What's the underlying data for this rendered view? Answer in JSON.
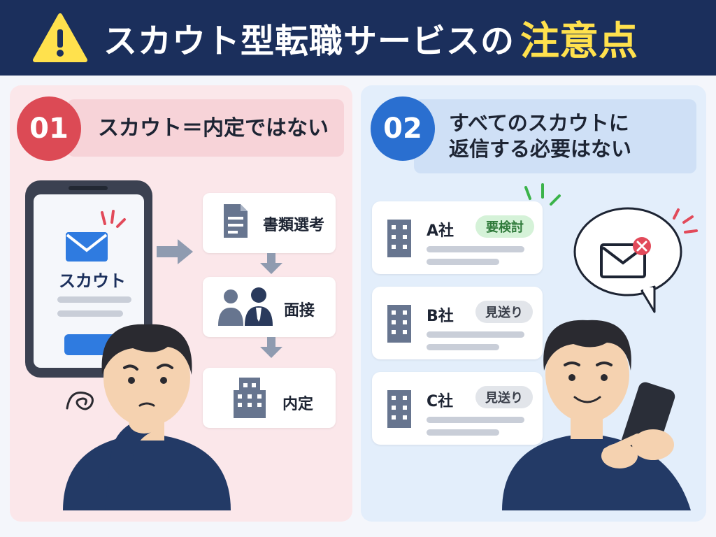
{
  "header": {
    "title_main": "スカウト型転職サービスの",
    "title_accent": "注意点",
    "warning_icon": "warning-triangle-icon",
    "colors": {
      "background": "#1b2f5c",
      "accent": "#ffe14d"
    }
  },
  "left": {
    "number": "01",
    "heading": "スカウト＝内定ではない",
    "phone_label": "スカウト",
    "steps": [
      {
        "label": "書類選考",
        "icon": "document-icon"
      },
      {
        "label": "面接",
        "icon": "interview-people-icon"
      },
      {
        "label": "内定",
        "icon": "building-icon"
      }
    ],
    "colors": {
      "panel": "#fbe7ea",
      "number": "#dc4a55"
    }
  },
  "right": {
    "number": "02",
    "heading_line1": "すべてのスカウトに",
    "heading_line2": "返信する必要はない",
    "companies": [
      {
        "name": "A社",
        "status": "要検討"
      },
      {
        "name": "B社",
        "status": "見送り"
      },
      {
        "name": "C社",
        "status": "見送り"
      }
    ],
    "colors": {
      "panel": "#e3eefb",
      "number": "#2a6fd0"
    }
  }
}
